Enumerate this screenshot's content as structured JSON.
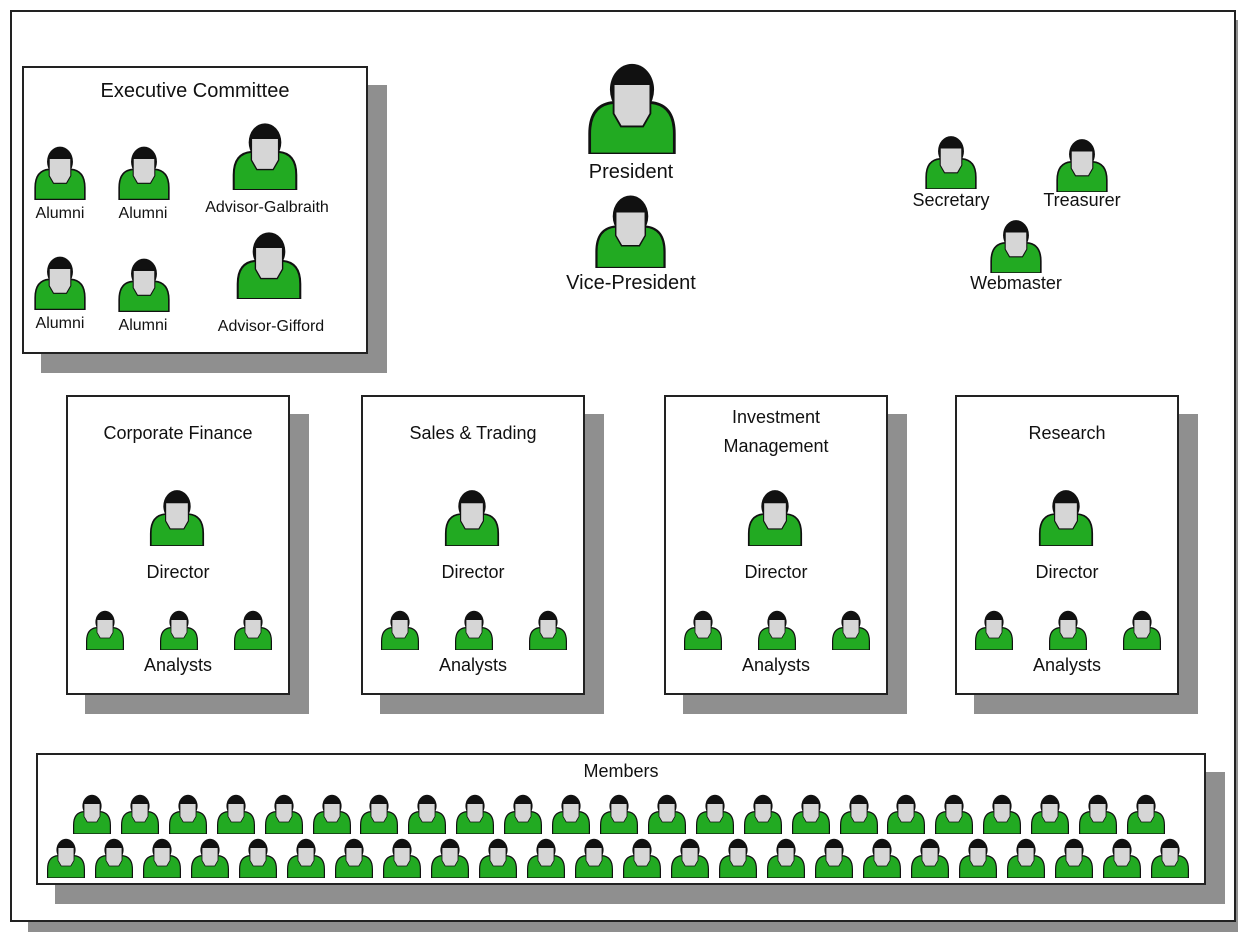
{
  "colors": {
    "body_green": "#22aa22",
    "head_black": "#111111",
    "face_grey": "#d6d6d6",
    "shadow": "#8f8f8f",
    "border": "#222222"
  },
  "icon": "person-icon",
  "exec": {
    "title": "Executive Committee",
    "alumni_1": "Alumni",
    "alumni_2": "Alumni",
    "alumni_3": "Alumni",
    "alumni_4": "Alumni",
    "advisor_1": "Advisor-Galbraith",
    "advisor_2": "Advisor-Gifford"
  },
  "officers": {
    "president": "President",
    "vice_president": "Vice-President",
    "secretary": "Secretary",
    "treasurer": "Treasurer",
    "webmaster": "Webmaster"
  },
  "divisions": [
    {
      "title": "Corporate Finance",
      "director": "Director",
      "analysts": "Analysts"
    },
    {
      "title": "Sales & Trading",
      "director": "Director",
      "analysts": "Analysts"
    },
    {
      "title": "Investment\nManagement",
      "title_line1": "Investment",
      "title_line2": "Management",
      "director": "Director",
      "analysts": "Analysts"
    },
    {
      "title": "Research",
      "director": "Director",
      "analysts": "Analysts"
    }
  ],
  "members": {
    "title": "Members",
    "row1_count": 23,
    "row2_count": 24
  }
}
